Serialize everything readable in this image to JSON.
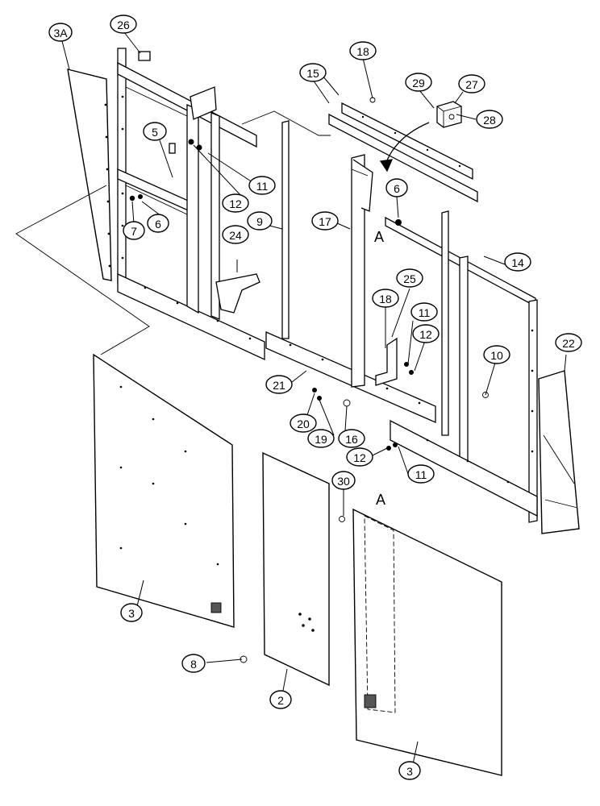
{
  "callouts": [
    {
      "id": "3A",
      "label": "3A"
    },
    {
      "id": "26",
      "label": "26"
    },
    {
      "id": "18a",
      "label": "18"
    },
    {
      "id": "15",
      "label": "15"
    },
    {
      "id": "29",
      "label": "29"
    },
    {
      "id": "27",
      "label": "27"
    },
    {
      "id": "28",
      "label": "28"
    },
    {
      "id": "5",
      "label": "5"
    },
    {
      "id": "11a",
      "label": "11"
    },
    {
      "id": "12a",
      "label": "12"
    },
    {
      "id": "6a",
      "label": "6"
    },
    {
      "id": "7",
      "label": "7"
    },
    {
      "id": "6b",
      "label": "6"
    },
    {
      "id": "9",
      "label": "9"
    },
    {
      "id": "17",
      "label": "17"
    },
    {
      "id": "24",
      "label": "24"
    },
    {
      "id": "14",
      "label": "14"
    },
    {
      "id": "25",
      "label": "25"
    },
    {
      "id": "18b",
      "label": "18"
    },
    {
      "id": "11b",
      "label": "11"
    },
    {
      "id": "12b",
      "label": "12"
    },
    {
      "id": "22",
      "label": "22"
    },
    {
      "id": "10",
      "label": "10"
    },
    {
      "id": "21",
      "label": "21"
    },
    {
      "id": "20",
      "label": "20"
    },
    {
      "id": "19",
      "label": "19"
    },
    {
      "id": "16",
      "label": "16"
    },
    {
      "id": "12c",
      "label": "12"
    },
    {
      "id": "11c",
      "label": "11"
    },
    {
      "id": "30",
      "label": "30"
    },
    {
      "id": "3a",
      "label": "3"
    },
    {
      "id": "8",
      "label": "8"
    },
    {
      "id": "2",
      "label": "2"
    },
    {
      "id": "3b",
      "label": "3"
    }
  ],
  "view_markers": [
    {
      "id": "A1",
      "label": "A"
    },
    {
      "id": "A2",
      "label": "A"
    }
  ]
}
